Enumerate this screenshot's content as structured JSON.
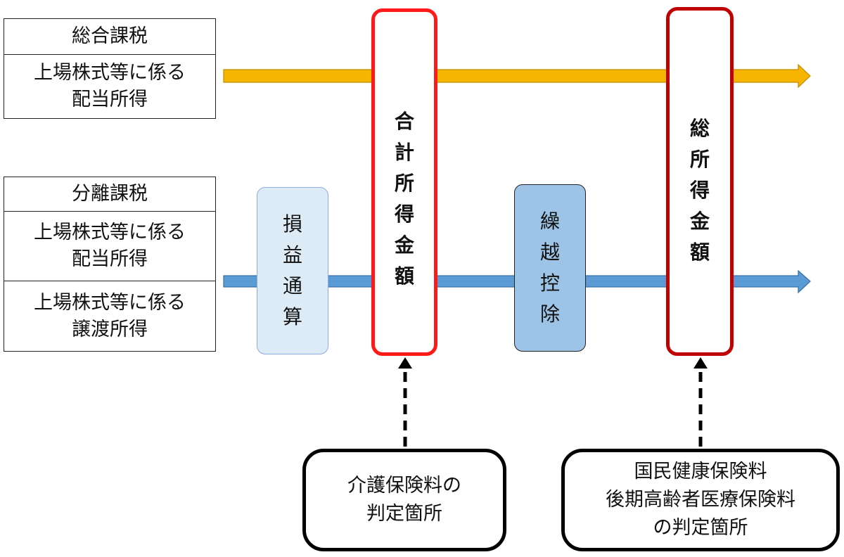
{
  "left_groups": {
    "general": {
      "header": "総合課税",
      "dividend": [
        "上場株式等に係る",
        "配当所得"
      ]
    },
    "separate": {
      "header": "分離課税",
      "dividend": [
        "上場株式等に係る",
        "配当所得"
      ],
      "transfer": [
        "上場株式等に係る",
        "譲渡所得"
      ]
    }
  },
  "boxes": {
    "loss_offset": [
      "損",
      "益",
      "通",
      "算"
    ],
    "total_income": [
      "合",
      "計",
      "所",
      "得",
      "金",
      "額"
    ],
    "carryover": [
      "繰",
      "越",
      "控",
      "除"
    ],
    "gross_income": [
      "総",
      "所",
      "得",
      "金",
      "額"
    ]
  },
  "notes": {
    "care_insurance": [
      "介護保険料の",
      "判定箇所"
    ],
    "health_insurance": [
      "国民健康保険料",
      "後期高齢者医療保険料",
      "の判定箇所"
    ]
  },
  "colors": {
    "orange_arrow": "#F5B500",
    "blue_arrow": "#5B9BD5",
    "light_blue_box": "#DDEBF7",
    "mid_blue_box": "#9DC3E6",
    "red_border": "#FF1A1A",
    "dark_red_border": "#C00000"
  }
}
